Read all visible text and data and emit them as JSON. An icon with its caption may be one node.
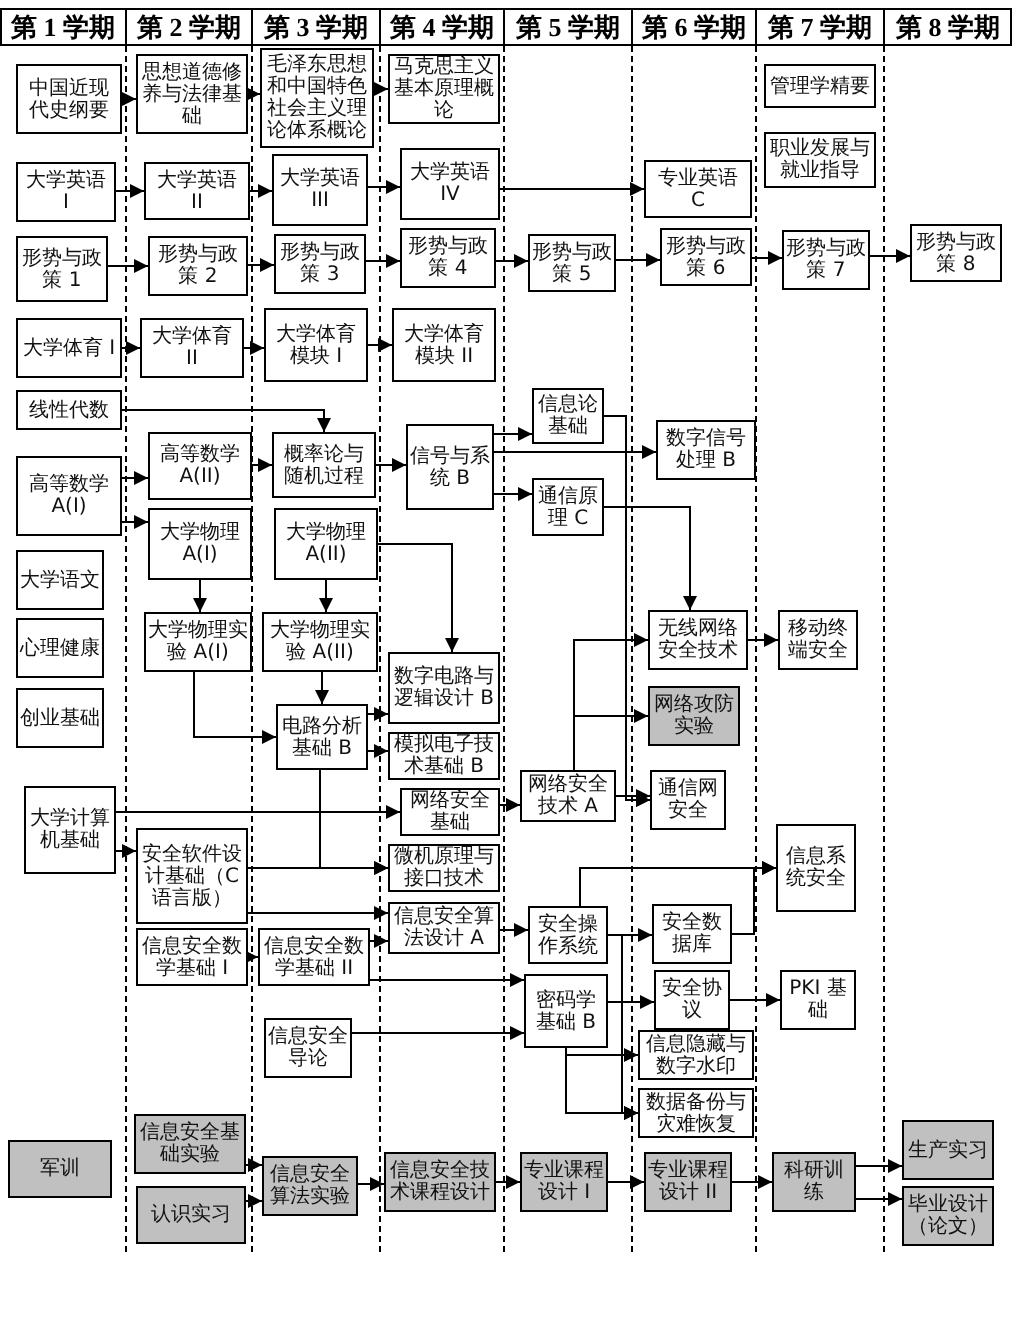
{
  "diagram": {
    "nodes": [
      {
        "text": [
          "中国近现代史纲要"
        ]
      },
      {
        "text": [
          "思想道德修养与法律基础"
        ]
      },
      {
        "text": [
          "毛泽东思想和中国特色社会主义理论体系概论"
        ]
      },
      {
        "text": [
          "马克思主义基本原理概论"
        ]
      },
      {
        "text": [
          "大学英语 I"
        ]
      },
      {
        "text": [
          "大学英语 II"
        ]
      },
      {
        "text": [
          "大学英语 III"
        ]
      },
      {
        "text": [
          "大学英语 IV"
        ]
      },
      {
        "text": [
          "专业英语 C"
        ]
      },
      {
        "text": [
          "形势与政策 1"
        ]
      },
      {
        "text": [
          "形势与政策 2"
        ]
      },
      {
        "text": [
          "形势与政策 3"
        ]
      },
      {
        "text": [
          "形势与政策 4"
        ]
      },
      {
        "text": [
          "形势与政策 5"
        ]
      },
      {
        "text": [
          "形势与政策 6"
        ]
      },
      {
        "text": [
          "形势与政策 7"
        ]
      },
      {
        "text": [
          "形势与政策 8"
        ]
      },
      {
        "text": [
          "大学体育 I"
        ]
      },
      {
        "text": [
          "大学体育 II"
        ]
      },
      {
        "text": [
          "大学体育模块 I"
        ]
      },
      {
        "text": [
          "大学体育模块 II"
        ]
      },
      {
        "text": [
          "管理学精要"
        ]
      },
      {
        "text": [
          "职业发展与就业指导"
        ]
      },
      {
        "text": [
          "线性代数"
        ]
      },
      {
        "text": [
          "高等数学 A(I)"
        ]
      },
      {
        "text": [
          "高等数学 A(II)"
        ]
      },
      {
        "text": [
          "概率论与随机过程"
        ]
      },
      {
        "text": [
          "信号与系统 B"
        ]
      },
      {
        "text": [
          "信息论基础"
        ]
      },
      {
        "text": [
          "数字信号处理 B"
        ]
      },
      {
        "text": [
          "通信原理 C"
        ]
      },
      {
        "text": [
          "大学物理 A(I)"
        ]
      },
      {
        "text": [
          "大学物理 A(II)"
        ]
      },
      {
        "text": [
          "大学语文"
        ]
      },
      {
        "text": [
          "心理健康"
        ]
      },
      {
        "text": [
          "创业基础"
        ]
      },
      {
        "text": [
          "大学物理实验 A(I)"
        ]
      },
      {
        "text": [
          "大学物理实验 A(II)"
        ]
      },
      {
        "text": [
          "电路分析基础 B"
        ]
      },
      {
        "text": [
          "数字电路与逻辑设计 B"
        ]
      },
      {
        "text": [
          "模拟电子技术基础 B"
        ]
      },
      {
        "text": [
          "无线网络安全技术"
        ]
      },
      {
        "text": [
          "移动终端安全"
        ]
      },
      {
        "text": [
          "网络攻防实验"
        ]
      },
      {
        "text": [
          "大学计算机基础"
        ]
      },
      {
        "text": [
          "网络安全基础"
        ]
      },
      {
        "text": [
          "网络安全技术 A"
        ]
      },
      {
        "text": [
          "通信网安全"
        ]
      },
      {
        "text": [
          "微机原理与接口技术"
        ]
      },
      {
        "text": [
          "安全软件设计基础（C语言版）"
        ]
      },
      {
        "text": [
          "信息系统安全"
        ]
      },
      {
        "text": [
          "信息安全算法设计 A"
        ]
      },
      {
        "text": [
          "安全操作系统"
        ]
      },
      {
        "text": [
          "安全数据库"
        ]
      },
      {
        "text": [
          "信息安全数学基础 I"
        ]
      },
      {
        "text": [
          "信息安全数学基础 II"
        ]
      },
      {
        "text": [
          "密码学基础 B"
        ]
      },
      {
        "text": [
          "安全协议"
        ]
      },
      {
        "text": [
          "PKI 基础"
        ]
      },
      {
        "text": [
          "信息隐藏与数字水印"
        ]
      },
      {
        "text": [
          "数据备份与灾难恢复"
        ]
      },
      {
        "text": [
          "信息安全导论"
        ]
      },
      {
        "text": [
          "军训"
        ]
      },
      {
        "text": [
          "信息安全基础实验"
        ]
      },
      {
        "text": [
          "认识实习"
        ]
      },
      {
        "text": [
          "信息安全算法实验"
        ]
      },
      {
        "text": [
          "信息安全技术课程设计"
        ]
      },
      {
        "text": [
          "专业课程设计 I"
        ]
      },
      {
        "text": [
          "专业课程设计 II"
        ]
      },
      {
        "text": [
          "科研训练"
        ]
      },
      {
        "text": [
          "生产实习"
        ]
      },
      {
        "text": [
          "毕业设计（论文）"
        ]
      }
    ],
    "edges": [
      {
        "from": 0,
        "to": 1,
        "arrow": "to"
      },
      {
        "from": 1,
        "to": 2,
        "arrow": "to"
      },
      {
        "from": 2,
        "to": 3,
        "arrow": "to"
      },
      {
        "from": 4,
        "to": 5,
        "arrow": "to"
      },
      {
        "from": 5,
        "to": 6,
        "arrow": "to"
      },
      {
        "from": 6,
        "to": 7,
        "arrow": "to"
      },
      {
        "from": 7,
        "to": 8,
        "arrow": "to"
      },
      {
        "from": 9,
        "to": 10,
        "arrow": "to"
      },
      {
        "from": 10,
        "to": 11,
        "arrow": "to"
      },
      {
        "from": 11,
        "to": 12,
        "arrow": "to"
      },
      {
        "from": 12,
        "to": 13,
        "arrow": "to"
      },
      {
        "from": 13,
        "to": 14,
        "arrow": "to"
      },
      {
        "from": 14,
        "to": 15,
        "arrow": "to"
      },
      {
        "from": 15,
        "to": 16,
        "arrow": "to"
      },
      {
        "from": 17,
        "to": 18,
        "arrow": "to"
      },
      {
        "from": 18,
        "to": 19,
        "arrow": "to"
      },
      {
        "from": 19,
        "to": 20,
        "arrow": "to"
      },
      {
        "from": 23,
        "to": 26,
        "arrow": "to"
      },
      {
        "from": 24,
        "to": 25,
        "arrow": "to"
      },
      {
        "from": 25,
        "to": 26,
        "arrow": "to"
      },
      {
        "from": 26,
        "to": 27,
        "arrow": "to"
      },
      {
        "from": 24,
        "to": 31,
        "arrow": "to"
      },
      {
        "from": 27,
        "to": 28,
        "arrow": "to"
      },
      {
        "from": 27,
        "to": 29,
        "arrow": "to"
      },
      {
        "from": 27,
        "to": 30,
        "arrow": "to"
      },
      {
        "from": 28,
        "to": 47,
        "arrow": "to"
      },
      {
        "from": 30,
        "to": 47,
        "arrow": "to"
      },
      {
        "from": 30,
        "to": 41,
        "arrow": "to"
      },
      {
        "from": 31,
        "to": 36,
        "arrow": "to"
      },
      {
        "from": 32,
        "to": 37,
        "arrow": "to"
      },
      {
        "from": 32,
        "to": 39,
        "arrow": "to"
      },
      {
        "from": 36,
        "to": 38,
        "arrow": "to"
      },
      {
        "from": 37,
        "to": 38,
        "arrow": "to"
      },
      {
        "from": 38,
        "to": 39,
        "arrow": "to"
      },
      {
        "from": 38,
        "to": 40,
        "arrow": "to"
      },
      {
        "from": 38,
        "to": 48,
        "arrow": "to"
      },
      {
        "from": 41,
        "to": 42,
        "arrow": "to"
      },
      {
        "from": 44,
        "to": 45,
        "arrow": "to"
      },
      {
        "from": 44,
        "to": 49,
        "arrow": "to"
      },
      {
        "from": 45,
        "to": 46,
        "arrow": "to"
      },
      {
        "from": 46,
        "to": 41,
        "arrow": "to"
      },
      {
        "from": 46,
        "to": 43,
        "arrow": "to"
      },
      {
        "from": 46,
        "to": 47,
        "arrow": "to"
      },
      {
        "from": 49,
        "to": 48,
        "arrow": "to"
      },
      {
        "from": 49,
        "to": 51,
        "arrow": "to"
      },
      {
        "from": 51,
        "to": 52,
        "arrow": "to"
      },
      {
        "from": 52,
        "to": 50,
        "arrow": "to"
      },
      {
        "from": 52,
        "to": 53,
        "arrow": "to"
      },
      {
        "from": 53,
        "to": 50,
        "arrow": "to"
      },
      {
        "from": 52,
        "to": 60,
        "arrow": "to"
      },
      {
        "from": 54,
        "to": 55,
        "arrow": "to"
      },
      {
        "from": 55,
        "to": 51,
        "arrow": "to"
      },
      {
        "from": 55,
        "to": 56,
        "arrow": "to"
      },
      {
        "from": 61,
        "to": 56,
        "arrow": "to"
      },
      {
        "from": 56,
        "to": 57,
        "arrow": "to"
      },
      {
        "from": 57,
        "to": 58,
        "arrow": "to"
      },
      {
        "from": 56,
        "to": 59,
        "arrow": "to"
      },
      {
        "from": 56,
        "to": 60,
        "arrow": "to"
      },
      {
        "from": 63,
        "to": 65,
        "arrow": "to"
      },
      {
        "from": 64,
        "to": 65,
        "arrow": "to"
      },
      {
        "from": 65,
        "to": 66,
        "arrow": "to"
      },
      {
        "from": 66,
        "to": 67,
        "arrow": "to"
      },
      {
        "from": 67,
        "to": 68,
        "arrow": "to"
      },
      {
        "from": 68,
        "to": 69,
        "arrow": "to"
      },
      {
        "from": 69,
        "to": 70,
        "arrow": "to"
      },
      {
        "from": 69,
        "to": 71,
        "arrow": "to"
      }
    ],
    "labels": [
      "第 1 学期",
      "第 2 学期",
      "第 3 学期",
      "第 4 学期",
      "第 5 学期",
      "第 6 学期",
      "第 7 学期",
      "第 8 学期"
    ]
  }
}
